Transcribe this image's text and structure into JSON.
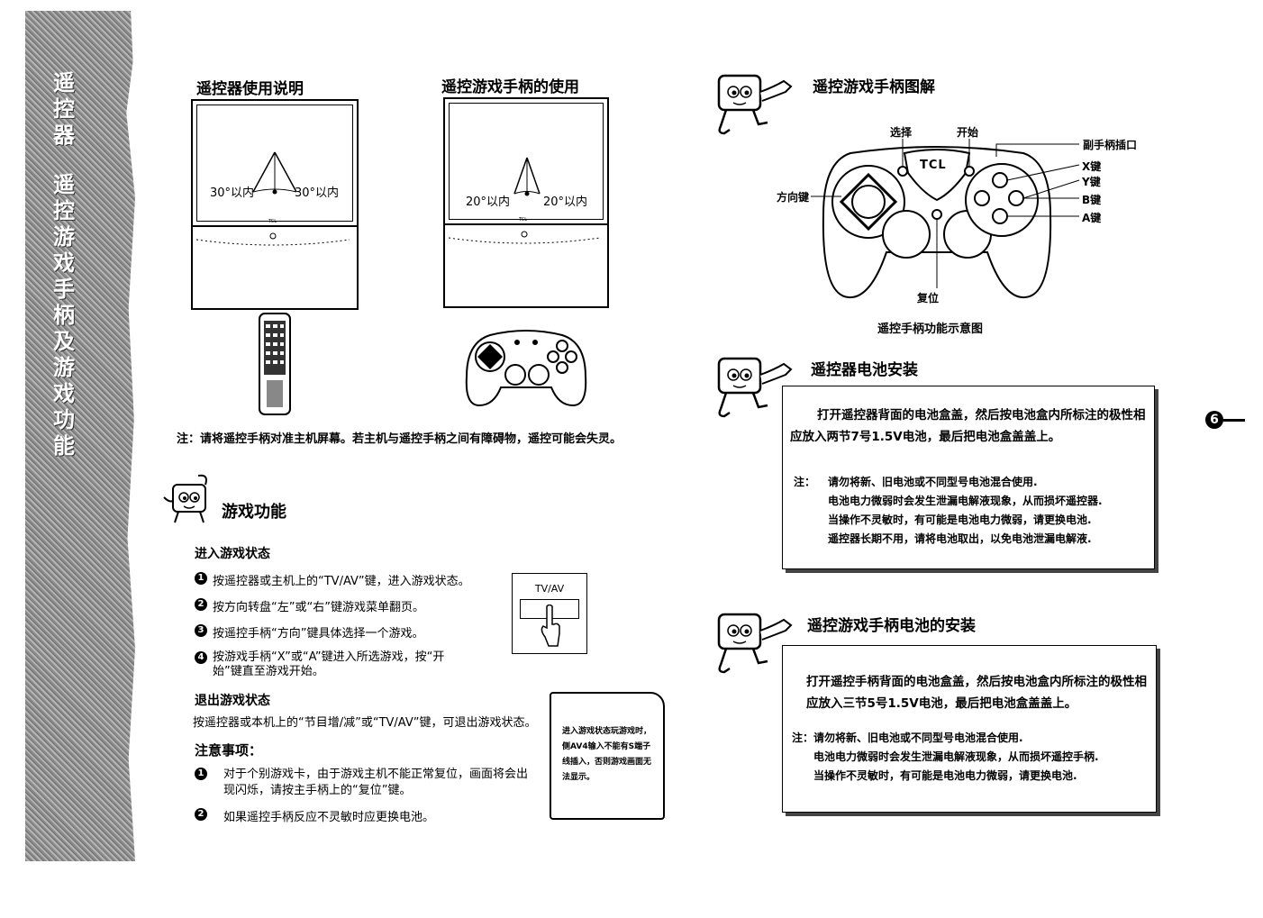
{
  "sidebar": {
    "chars_top": [
      "遥",
      "控",
      "器"
    ],
    "chars_bottom": [
      "遥",
      "控",
      "游",
      "戏",
      "手",
      "柄",
      "及",
      "游",
      "戏",
      "功",
      "能"
    ]
  },
  "remote_section": {
    "title": "遥控器使用说明",
    "angle_left": "30°以内",
    "angle_right": "30°以内"
  },
  "gamepad_section": {
    "title": "遥控游戏手柄的使用",
    "angle_left": "20°以内",
    "angle_right": "20°以内"
  },
  "brand": "TCL",
  "note_aim": "注：请将遥控手柄对准主机屏幕。若主机与遥控手柄之间有障碍物，遥控可能会失灵。",
  "game_functions": {
    "title": "游戏功能",
    "enter_title": "进入游戏状态",
    "steps": [
      {
        "num": "1",
        "text": "按遥控器或主机上的“TV/AV”键，进入游戏状态。"
      },
      {
        "num": "2",
        "text": "按方向转盘“左”或“右”键游戏菜单翻页。"
      },
      {
        "num": "3",
        "text": "按遥控手柄“方向”键具体选择一个游戏。"
      },
      {
        "num": "4",
        "text": "按游戏手柄“X”或“A”键进入所选游戏，按“开始”键直至游戏开始。"
      }
    ],
    "tvav_label": "TV/AV",
    "exit_title": "退出游戏状态",
    "exit_text": "按遥控器或本机上的“节目增/减”或“TV/AV”键，可退出游戏状态。",
    "cautions_title": "注意事项：",
    "cautions": [
      {
        "num": "1",
        "text": "对于个别游戏卡，由于游戏主机不能正常复位，画面将会出现闪烁，请按主手柄上的“复位”键。"
      },
      {
        "num": "2",
        "text": "如果遥控手柄反应不灵敏时应更换电池。"
      }
    ],
    "card_text": "进入游戏状态玩游戏时，侧AV4输入不能有S端子线插入，否则游戏画面无法显示。"
  },
  "diagram": {
    "title": "遥控游戏手柄图解",
    "label_select": "选择",
    "label_start": "开始",
    "label_aux_port": "副手柄插口",
    "label_x": "X键",
    "label_y": "Y键",
    "label_b": "B键",
    "label_a": "A键",
    "label_dpad": "方向键",
    "label_reset": "复位",
    "caption": "遥控手柄功能示意图"
  },
  "remote_battery": {
    "title": "遥控器电池安装",
    "text": "打开遥控器背面的电池盒盖，然后按电池盒内所标注的极性相应放入两节7号1.5V电池，最后把电池盒盖盖上。",
    "note_label": "注：",
    "notes": [
      "请勿将新、旧电池或不同型号电池混合使用.",
      "电池电力微弱时会发生泄漏电解液现象，从而损坏遥控器.",
      "当操作不灵敏时，有可能是电池电力微弱，请更换电池.",
      "遥控器长期不用，请将电池取出，以免电池泄漏电解液."
    ]
  },
  "gamepad_battery": {
    "title": "遥控游戏手柄电池的安装",
    "text": "打开遥控手柄背面的电池盒盖，然后按电池盒内所标注的极性相应放入三节5号1.5V电池，最后把电池盒盖盖上。",
    "note_label": "注：",
    "notes": [
      "请勿将新、旧电池或不同型号电池混合使用.",
      "电池电力微弱时会发生泄漏电解液现象，从而损坏遥控手柄.",
      "当操作不灵敏时，有可能是电池电力微弱，请更换电池."
    ]
  },
  "page_number": "6"
}
